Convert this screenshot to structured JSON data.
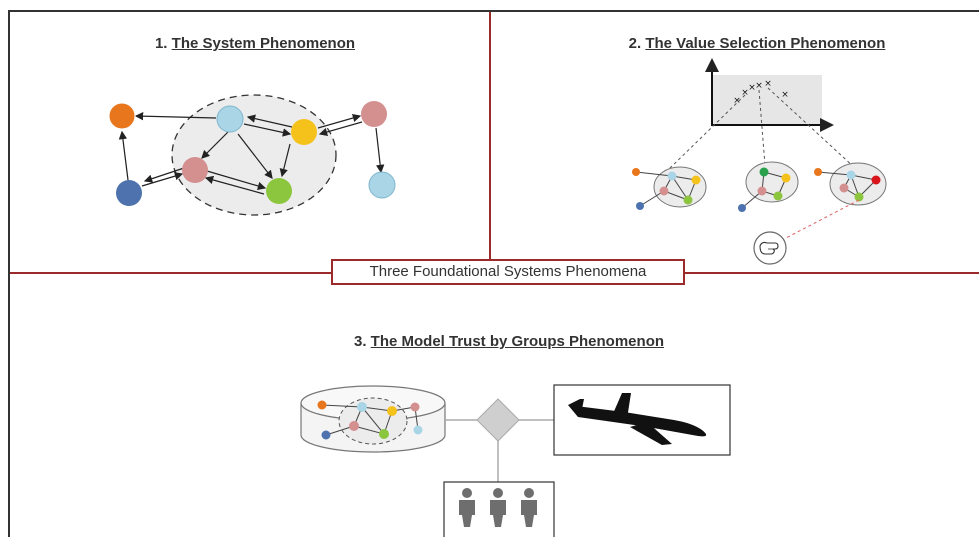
{
  "panels": {
    "p1": {
      "number": "1.",
      "name": "The System Phenomenon"
    },
    "p2": {
      "number": "2.",
      "name": "The Value Selection  Phenomenon"
    },
    "p3": {
      "number": "3.",
      "name": "The Model Trust by Groups Phenomenon"
    }
  },
  "center_label": "Three Foundational Systems Phenomena",
  "colors": {
    "divider": "#9b2a2a",
    "orange": "#e8761c",
    "light_blue": "#a9d5e6",
    "yellow": "#f5c21b",
    "pink": "#d48f8f",
    "blue": "#4d72ad",
    "green": "#8cc63f",
    "red": "#d9141b"
  },
  "icons": {
    "hand": "pointing-hand-icon",
    "airplane": "airplane-icon",
    "people": "people-group-icon"
  }
}
